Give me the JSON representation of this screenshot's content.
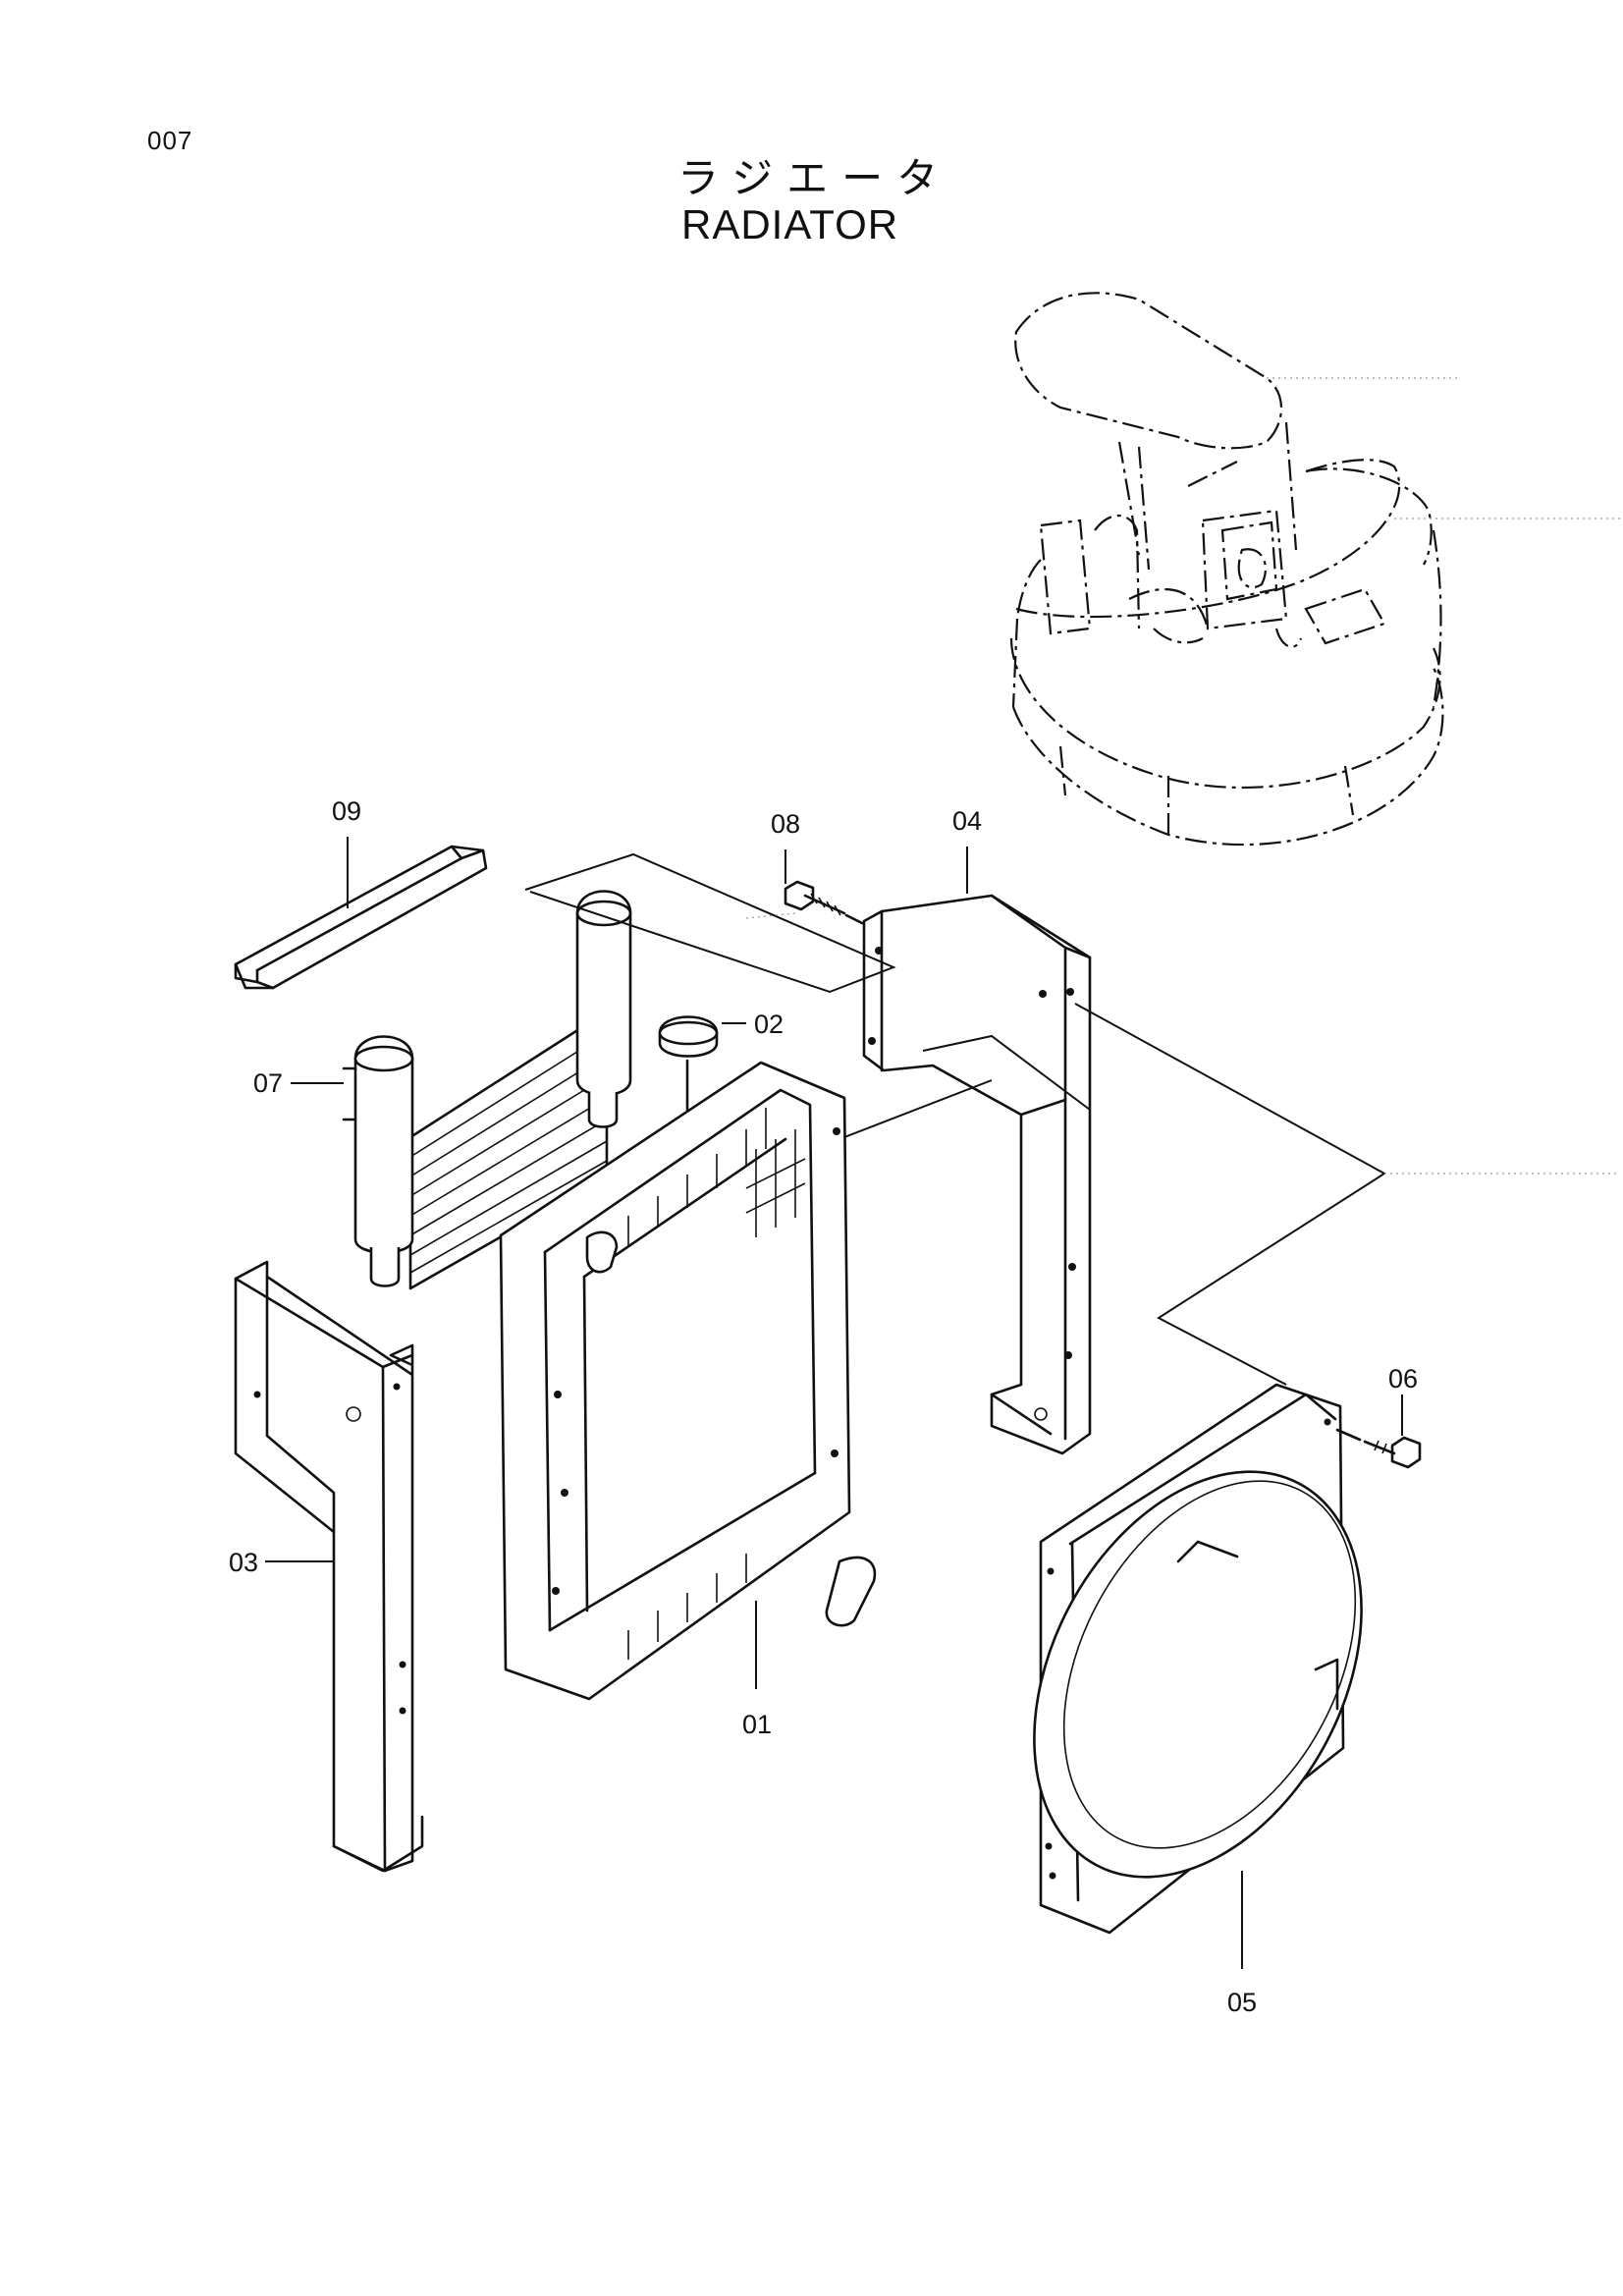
{
  "page": {
    "number": "007"
  },
  "title": {
    "japanese": "ラジエータ",
    "english": "RADIATOR"
  },
  "callouts": {
    "c01": "01",
    "c02": "02",
    "c03": "03",
    "c04": "04",
    "c05": "05",
    "c06": "06",
    "c07": "07",
    "c08": "08",
    "c09": "09"
  }
}
